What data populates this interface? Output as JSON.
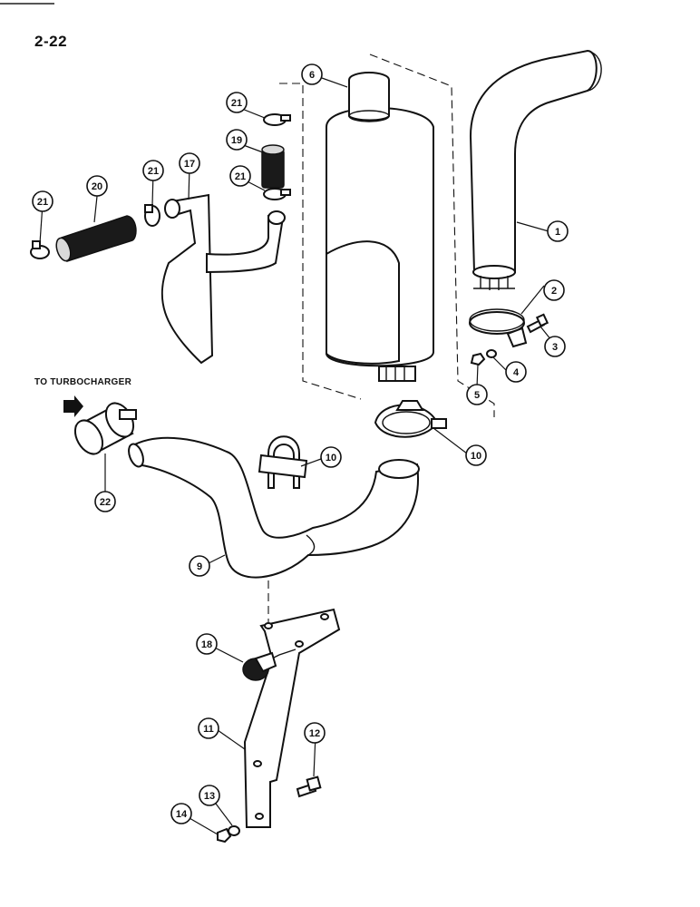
{
  "page": {
    "number": "2-22"
  },
  "labels": {
    "turbocharger": "TO TURBOCHARGER"
  },
  "callouts": [
    "1",
    "2",
    "3",
    "4",
    "5",
    "6",
    "9",
    "10",
    "10",
    "11",
    "12",
    "13",
    "14",
    "17",
    "18",
    "19",
    "20",
    "21",
    "21",
    "21",
    "21",
    "22"
  ]
}
